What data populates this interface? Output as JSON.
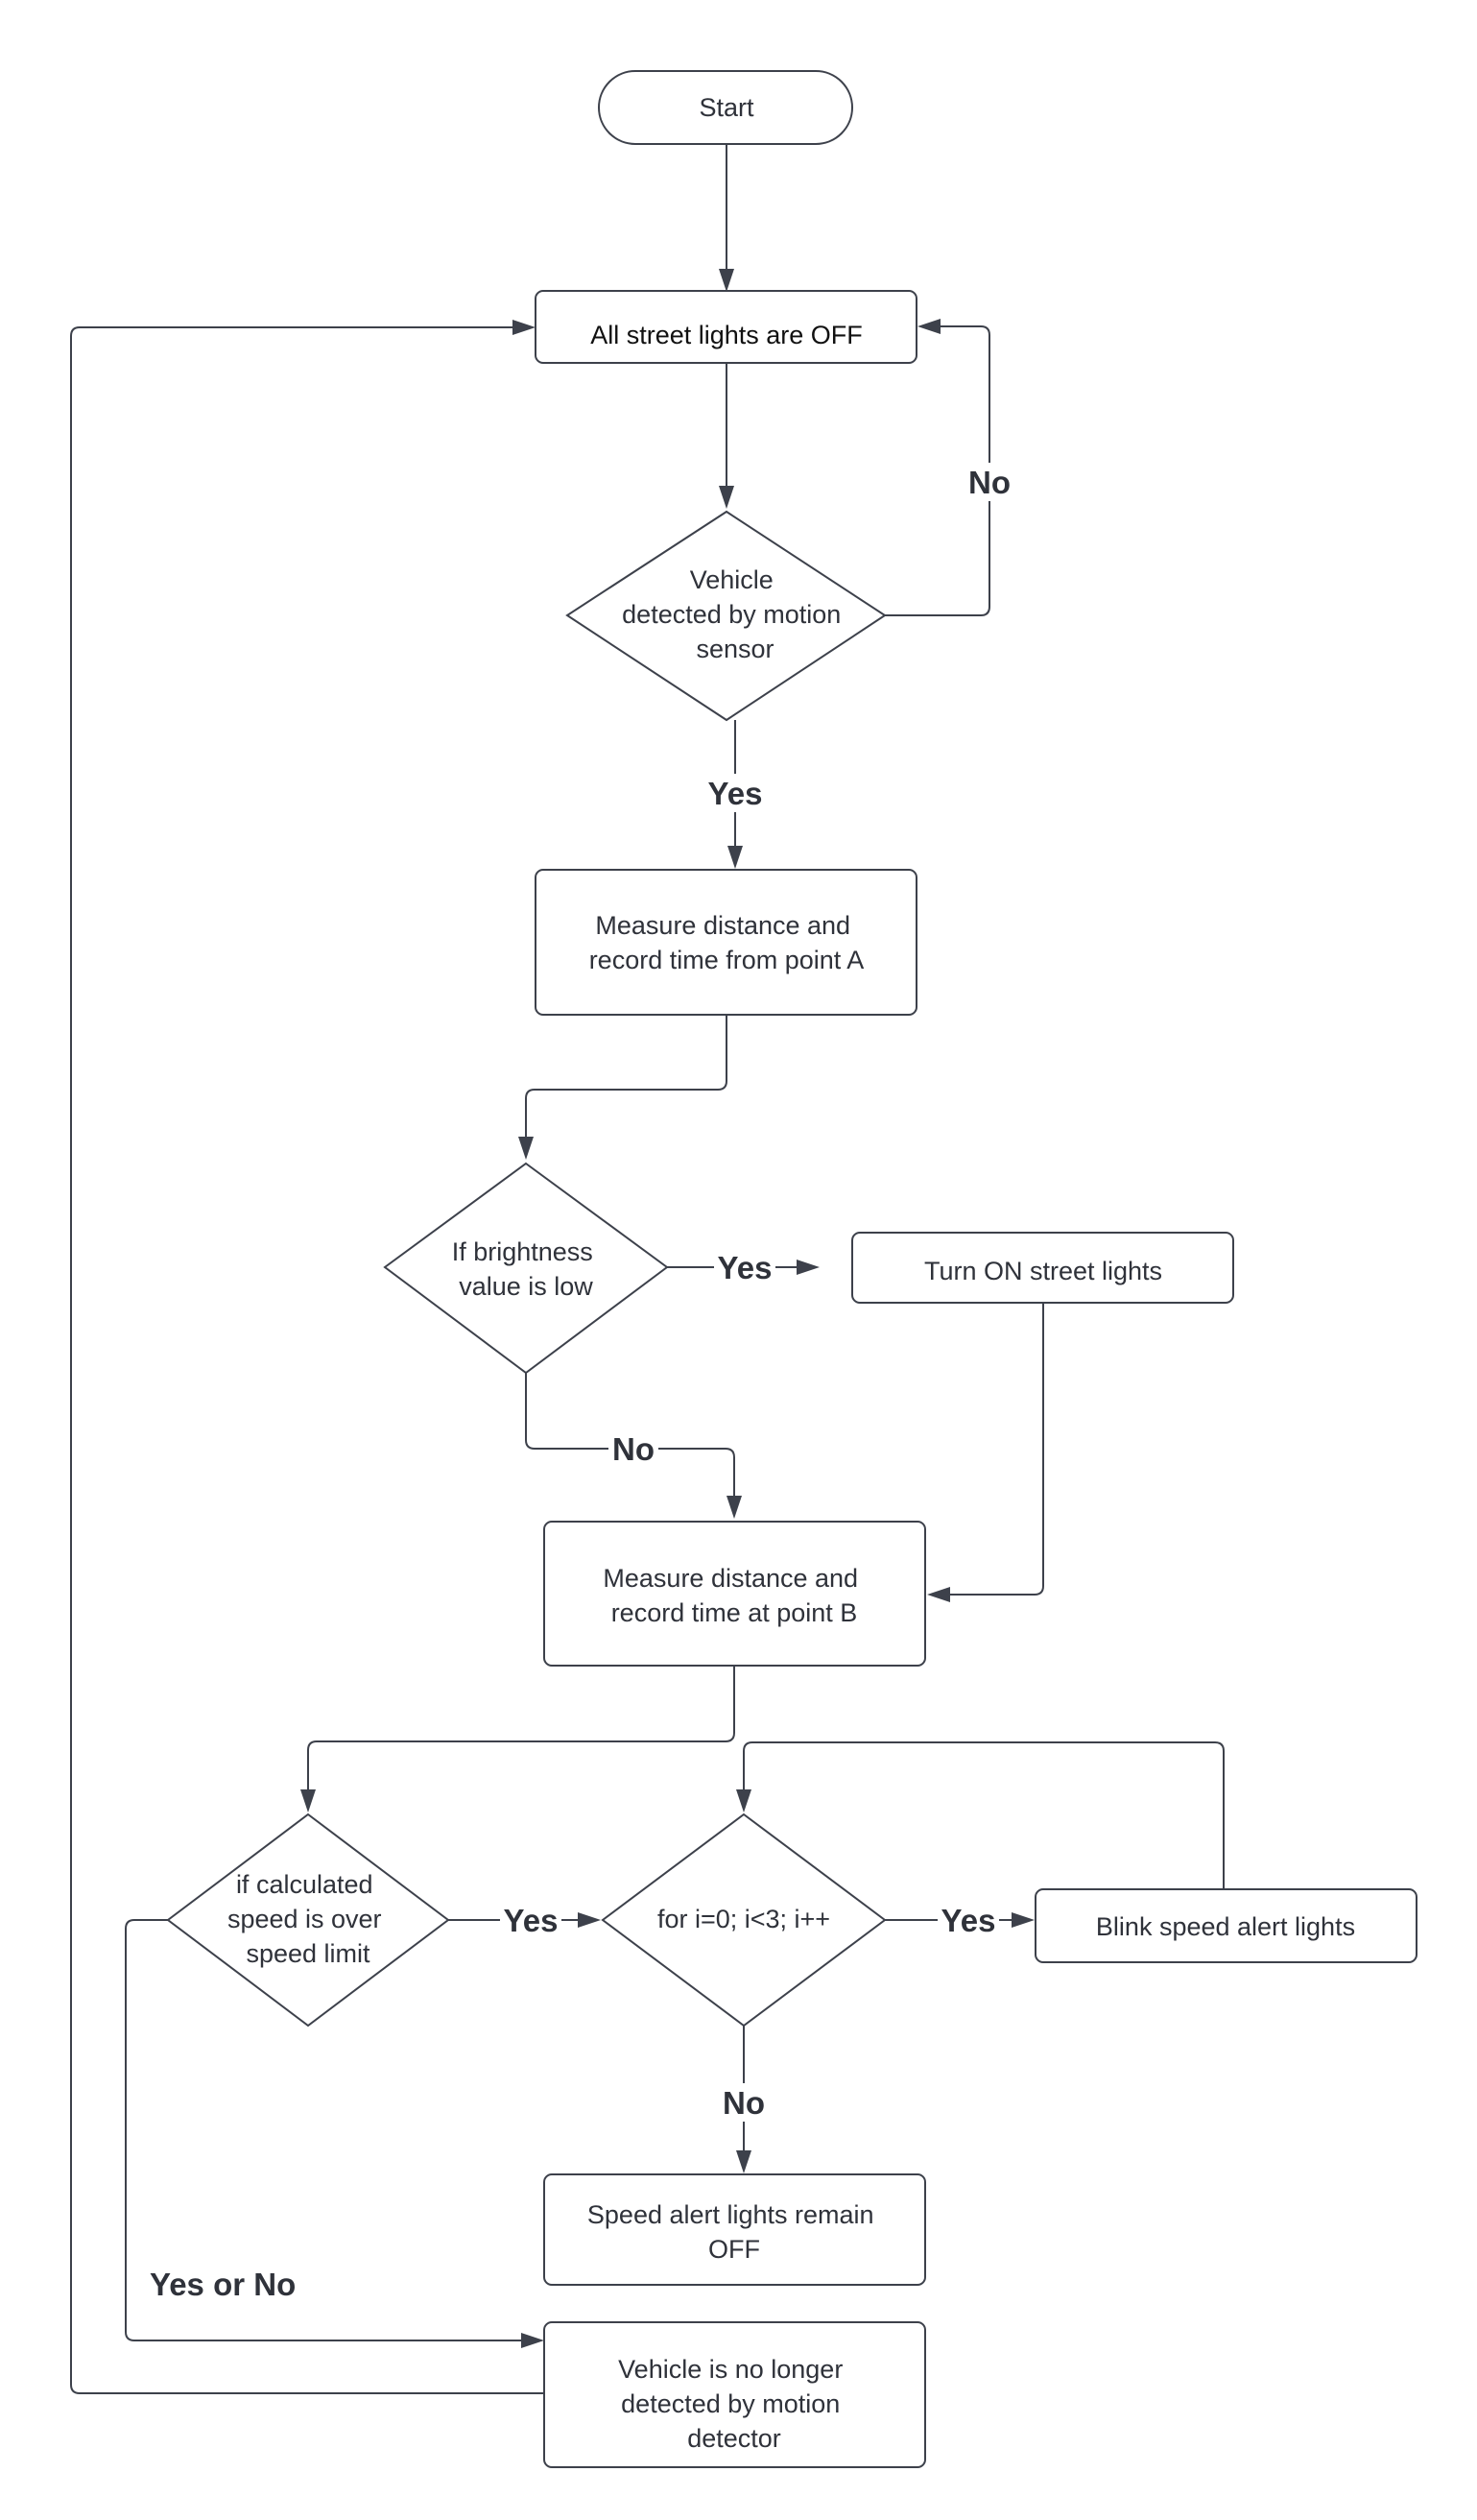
{
  "nodes": {
    "start": {
      "lines": [
        "Start"
      ]
    },
    "lights_off": {
      "lines": [
        "All street lights are OFF"
      ]
    },
    "vehicle_detected": {
      "lines": [
        "Vehicle",
        "detected by motion",
        "sensor"
      ]
    },
    "measure_a": {
      "lines": [
        "Measure distance and",
        "record time from point A"
      ]
    },
    "brightness_low": {
      "lines": [
        "If brightness",
        "value is low"
      ]
    },
    "turn_on_lights": {
      "lines": [
        "Turn ON street lights"
      ]
    },
    "measure_b": {
      "lines": [
        "Measure distance and",
        "record time at point B"
      ]
    },
    "speed_over_limit": {
      "lines": [
        "if calculated",
        "speed is over",
        "speed limit"
      ]
    },
    "for_loop": {
      "lines": [
        "for i=0; i<3; i++"
      ]
    },
    "blink_alert": {
      "lines": [
        "Blink speed alert lights"
      ]
    },
    "alert_off": {
      "lines": [
        "Speed alert lights remain",
        "OFF"
      ]
    },
    "vehicle_gone": {
      "lines": [
        "Vehicle is no longer",
        "detected by motion",
        "detector"
      ]
    }
  },
  "edge_labels": {
    "detected_no": "No",
    "detected_yes": "Yes",
    "brightness_yes": "Yes",
    "brightness_no": "No",
    "speed_yes": "Yes",
    "loop_yes": "Yes",
    "loop_no": "No",
    "speed_yes_or_no": "Yes or No"
  }
}
